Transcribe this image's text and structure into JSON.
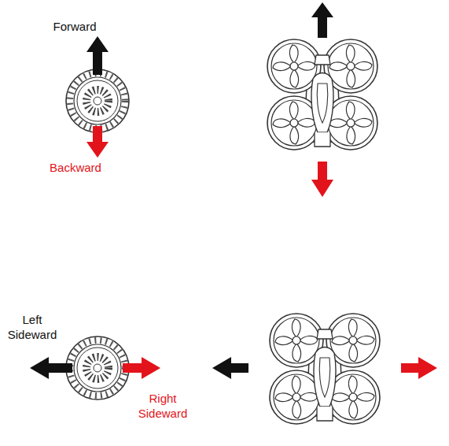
{
  "diagram": {
    "labels": [
      "Forward",
      "Backward",
      "Left Sideward",
      "Right Sideward"
    ]
  }
}
